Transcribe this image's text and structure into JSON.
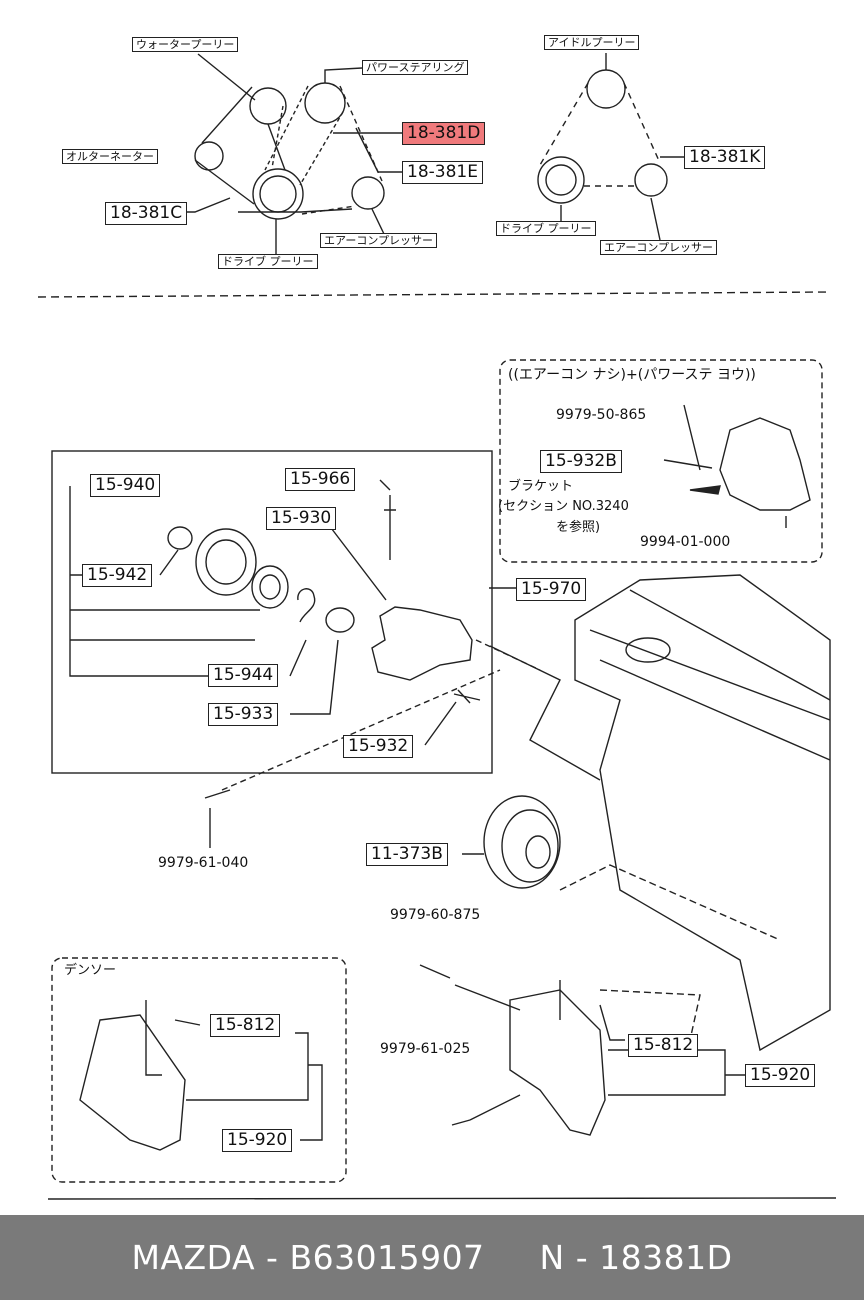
{
  "belt_diagram_left": {
    "water_pulley": "ウォータープーリー",
    "power_steering": "パワーステアリング",
    "alternator": "オルターネーター",
    "drive_pulley": "ドライブ プーリー",
    "air_compressor": "エアーコンプレッサー",
    "part_c": "18-381C",
    "part_d": "18-381D",
    "part_e": "18-381E"
  },
  "belt_diagram_right": {
    "idle_pulley": "アイドルプーリー",
    "drive_pulley": "ドライブ プーリー",
    "air_compressor": "エアーコンプレッサー",
    "part_k": "18-381K"
  },
  "inset_top": {
    "condition": "((エアーコン ナシ)+(パワーステ ヨウ))",
    "bolt_top": "9979-50-865",
    "part_932b": "15-932B",
    "bracket_note_1": "ブラケット",
    "bracket_note_2": "(セクション NO.3240",
    "bracket_note_3": "を参照)",
    "nut": "9994-01-000"
  },
  "tensioner_group": {
    "p940": "15-940",
    "p966": "15-966",
    "p930": "15-930",
    "p942": "15-942",
    "p970": "15-970",
    "p944": "15-944",
    "p933": "15-933",
    "p932": "15-932"
  },
  "main_parts": {
    "bolt_040": "9979-61-040",
    "crank_pulley": "11-373B",
    "bolt_875": "9979-60-875",
    "bolt_025": "9979-61-025",
    "p812": "15-812",
    "p920": "15-920"
  },
  "inset_bottom": {
    "title": "デンソー",
    "p812": "15-812",
    "p920": "15-920"
  },
  "footer": {
    "brand": "MAZDA",
    "part_number": "B63015907",
    "code": "N - 18381D"
  },
  "colors": {
    "highlight": "#f07a7c",
    "footer_bg": "#7a7a7a"
  }
}
